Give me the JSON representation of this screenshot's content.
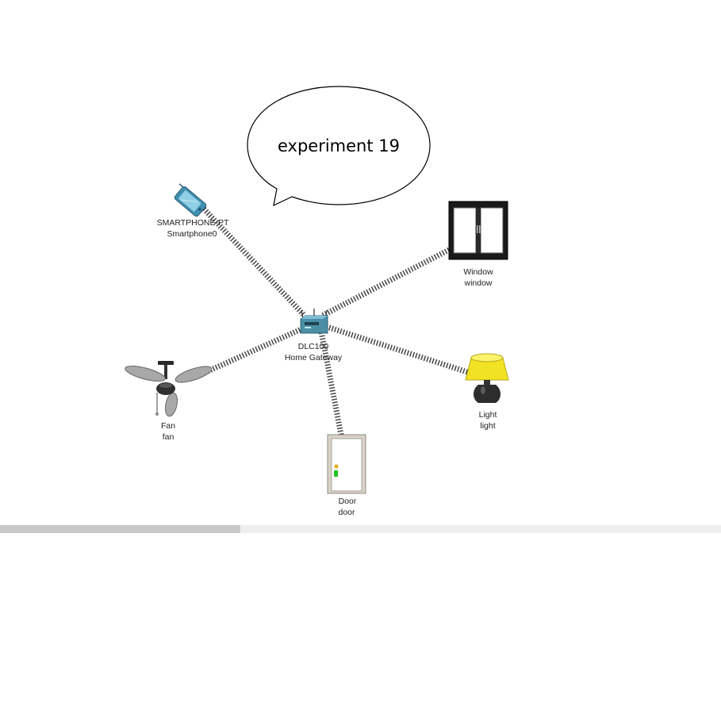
{
  "note": {
    "text": "experiment 19"
  },
  "devices": {
    "smartphone": {
      "model": "SMARTPHONE-PT",
      "name": "Smartphone0"
    },
    "window": {
      "model": "Window",
      "name": "window"
    },
    "gateway": {
      "model": "DLC100",
      "name": "Home Gateway"
    },
    "fan": {
      "model": "Fan",
      "name": "fan"
    },
    "light": {
      "model": "Light",
      "name": "light"
    },
    "door": {
      "model": "Door",
      "name": "door"
    }
  },
  "colors": {
    "link": "#444444",
    "gateway": "#4a8fa6",
    "smartphone": "#3f8fb0",
    "window_frame": "#1a1a1a",
    "lamp_shade": "#f2e224",
    "door_frame": "#d8d3c8",
    "scrollbar_track": "#efefef",
    "scrollbar_thumb": "#c8c8c8"
  },
  "icons": {
    "smartphone": "smartphone-icon",
    "window": "window-icon",
    "gateway": "home-gateway-icon",
    "fan": "ceiling-fan-icon",
    "light": "lamp-icon",
    "door": "door-icon"
  }
}
